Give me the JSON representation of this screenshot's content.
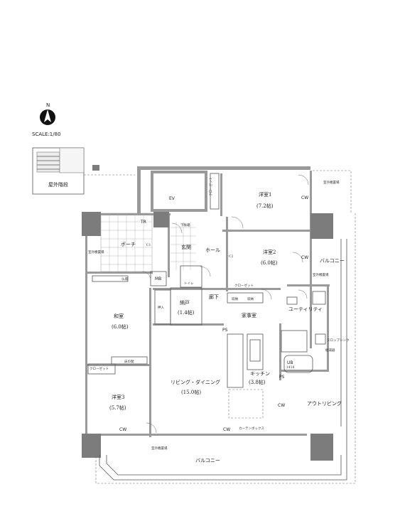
{
  "compass": {
    "north": "N",
    "scale": "SCALE:1/80"
  },
  "rooms": {
    "stairs": "屋外階段",
    "ev": "EV",
    "bedroom1": "洋室1",
    "bedroom1_size": "(7.2帖)",
    "bedroom2": "洋室2",
    "bedroom2_size": "(6.0帖)",
    "bedroom3": "洋室3",
    "bedroom3_size": "(5.7帖)",
    "washitsu": "和室",
    "washitsu_size": "(6.0帖)",
    "porch": "ポーチ",
    "tr": "TR",
    "entrance": "玄関",
    "hall": "ホール",
    "mb": "MB",
    "toilet": "トイレ",
    "storage": "納戸",
    "storage_size": "(1.4帖)",
    "oshiire": "押入",
    "corridor": "廊下",
    "study": "家事室",
    "utility": "ユーティリティ",
    "ub": "UB",
    "ub_size": "1418",
    "living": "リビング・ダイニング",
    "living_size": "(15.0帖)",
    "kitchen": "キッチン",
    "kitchen_size": "(3.8帖)",
    "balcony_east": "バルコニー",
    "balcony_south": "バルコニー",
    "outdoor_living": "アウトリビング",
    "closet_main": "クローゼット",
    "closet_b3": "クローゼット",
    "closet_b1": "クローゼット",
    "gesoku": "下駄箱",
    "butsudan": "仏壇",
    "tokonoma": "床の間",
    "shoes1": "収納",
    "shoes2": "収納",
    "slop_sink": "スロップシンク",
    "water_heater": "給湯器",
    "curtain_box": "カーテンボックス"
  },
  "labels": {
    "cw": "CW",
    "ps": "PS",
    "ac_unit": "室外機置場",
    "c1": "C1",
    "c2": "C2"
  }
}
